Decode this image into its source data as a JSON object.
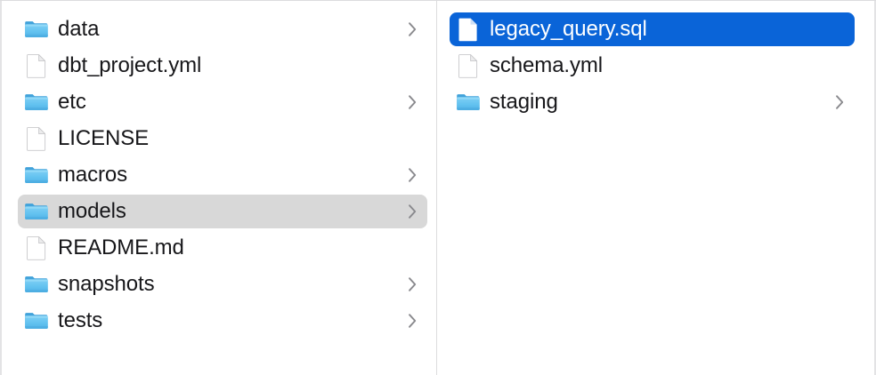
{
  "window": {
    "view_mode": "column",
    "accent_color": "#0a64d8",
    "selection_gray": "#d8d8d8",
    "divider_color": "#dcdcde",
    "text_color": "#17171a",
    "folder_icon_color": "#5ec2f2"
  },
  "columns": [
    {
      "name": "parent-column",
      "items": [
        {
          "label": "data",
          "icon": "folder-icon",
          "kind": "folder",
          "has_chevron": true,
          "state": "normal"
        },
        {
          "label": "dbt_project.yml",
          "icon": "file-icon",
          "kind": "file",
          "has_chevron": false,
          "state": "normal"
        },
        {
          "label": "etc",
          "icon": "folder-icon",
          "kind": "folder",
          "has_chevron": true,
          "state": "normal"
        },
        {
          "label": "LICENSE",
          "icon": "file-icon",
          "kind": "file",
          "has_chevron": false,
          "state": "normal"
        },
        {
          "label": "macros",
          "icon": "folder-icon",
          "kind": "folder",
          "has_chevron": true,
          "state": "normal"
        },
        {
          "label": "models",
          "icon": "folder-icon",
          "kind": "folder",
          "has_chevron": true,
          "state": "selected-inactive"
        },
        {
          "label": "README.md",
          "icon": "file-icon",
          "kind": "file",
          "has_chevron": false,
          "state": "normal"
        },
        {
          "label": "snapshots",
          "icon": "folder-icon",
          "kind": "folder",
          "has_chevron": true,
          "state": "normal"
        },
        {
          "label": "tests",
          "icon": "folder-icon",
          "kind": "folder",
          "has_chevron": true,
          "state": "normal"
        }
      ]
    },
    {
      "name": "child-column",
      "items": [
        {
          "label": "legacy_query.sql",
          "icon": "file-icon",
          "kind": "file",
          "has_chevron": false,
          "state": "selected-active"
        },
        {
          "label": "schema.yml",
          "icon": "file-icon",
          "kind": "file",
          "has_chevron": false,
          "state": "normal"
        },
        {
          "label": "staging",
          "icon": "folder-icon",
          "kind": "folder",
          "has_chevron": true,
          "state": "normal"
        }
      ]
    }
  ]
}
